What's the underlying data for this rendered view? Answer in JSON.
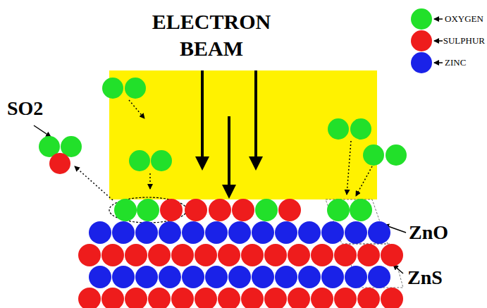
{
  "diagram": {
    "title": "ELECTRON BEAM",
    "labels": [
      "SO2",
      "ZnO",
      "ZnS"
    ],
    "legend": [
      {
        "text": "OXYGEN",
        "color": "#22e02a"
      },
      {
        "text": "SULPHUR",
        "color": "#ee1c1c"
      },
      {
        "text": "ZINC",
        "color": "#1a22e8"
      }
    ]
  }
}
